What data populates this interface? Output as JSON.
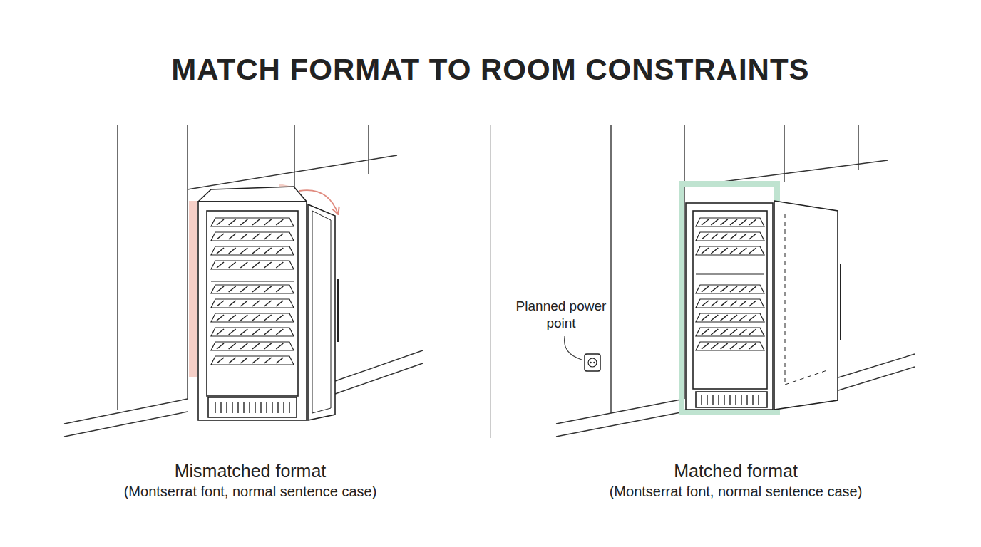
{
  "diagram": {
    "title": "MATCH FORMAT TO ROOM CONSTRAINTS",
    "labels": [
      "Planned power point",
      "Mismatched format",
      "(Montserrat font, normal sentence case)",
      "Matched format",
      "(Montserrat font, normal sentence case)"
    ]
  }
}
